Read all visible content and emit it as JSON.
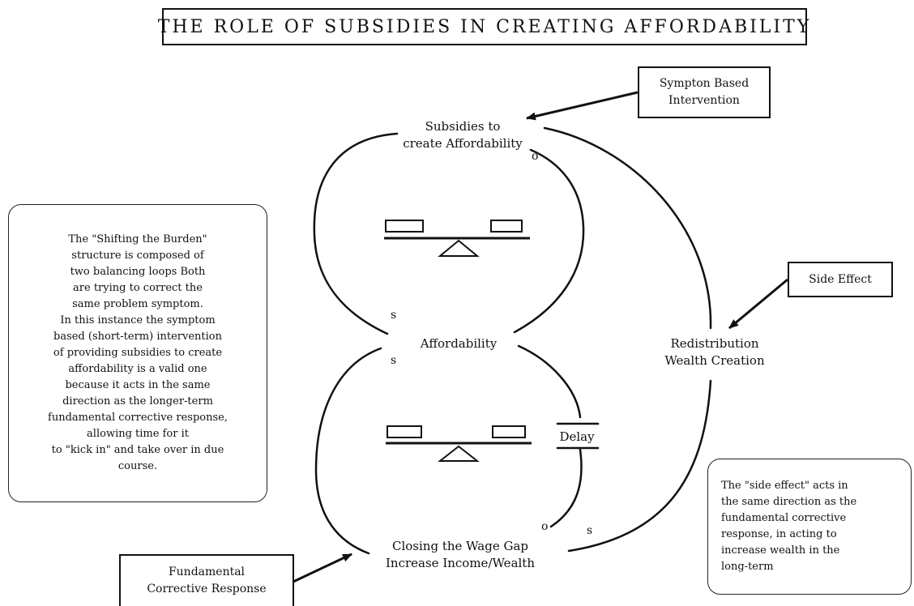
{
  "title": "THE ROLE OF SUBSIDIES IN CREATING AFFORDABILITY",
  "nodes": {
    "subsidies": [
      "Subsidies to",
      "create Affordability"
    ],
    "affordability": [
      "Affordability"
    ],
    "closing_gap": [
      "Closing the Wage Gap",
      "Increase Income/Wealth"
    ],
    "redistribution": [
      "Redistribution",
      "Wealth Creation"
    ]
  },
  "delay_label": "Delay",
  "polarity": {
    "subsidies_o": "o",
    "top_left_s": "s",
    "bottom_left_s": "s",
    "bottom_o": "o",
    "bottom_right_s": "s"
  },
  "callouts": {
    "symptom_based": [
      "Sympton Based",
      "Intervention"
    ],
    "side_effect": [
      "Side Effect"
    ],
    "fundamental": [
      "Fundamental",
      "Corrective Response"
    ]
  },
  "notes": {
    "shifting_burden": [
      "The \"Shifting the Burden\"",
      "structure is composed of",
      "two balancing loops Both",
      "are trying to correct the",
      "same problem symptom.",
      "In this instance the symptom",
      "based (short-term) intervention",
      "of providing subsidies to create",
      "affordability is a valid one",
      "because it acts in the same",
      "direction as the longer-term",
      "fundamental corrective response,",
      "allowing time for it",
      "to \"kick in\" and take over in due",
      "course."
    ],
    "side_effect_note": [
      "The \"side effect\" acts in",
      "the same direction as the",
      "fundamental corrective",
      "response, in acting to",
      "increase wealth in the",
      "long-term"
    ]
  }
}
